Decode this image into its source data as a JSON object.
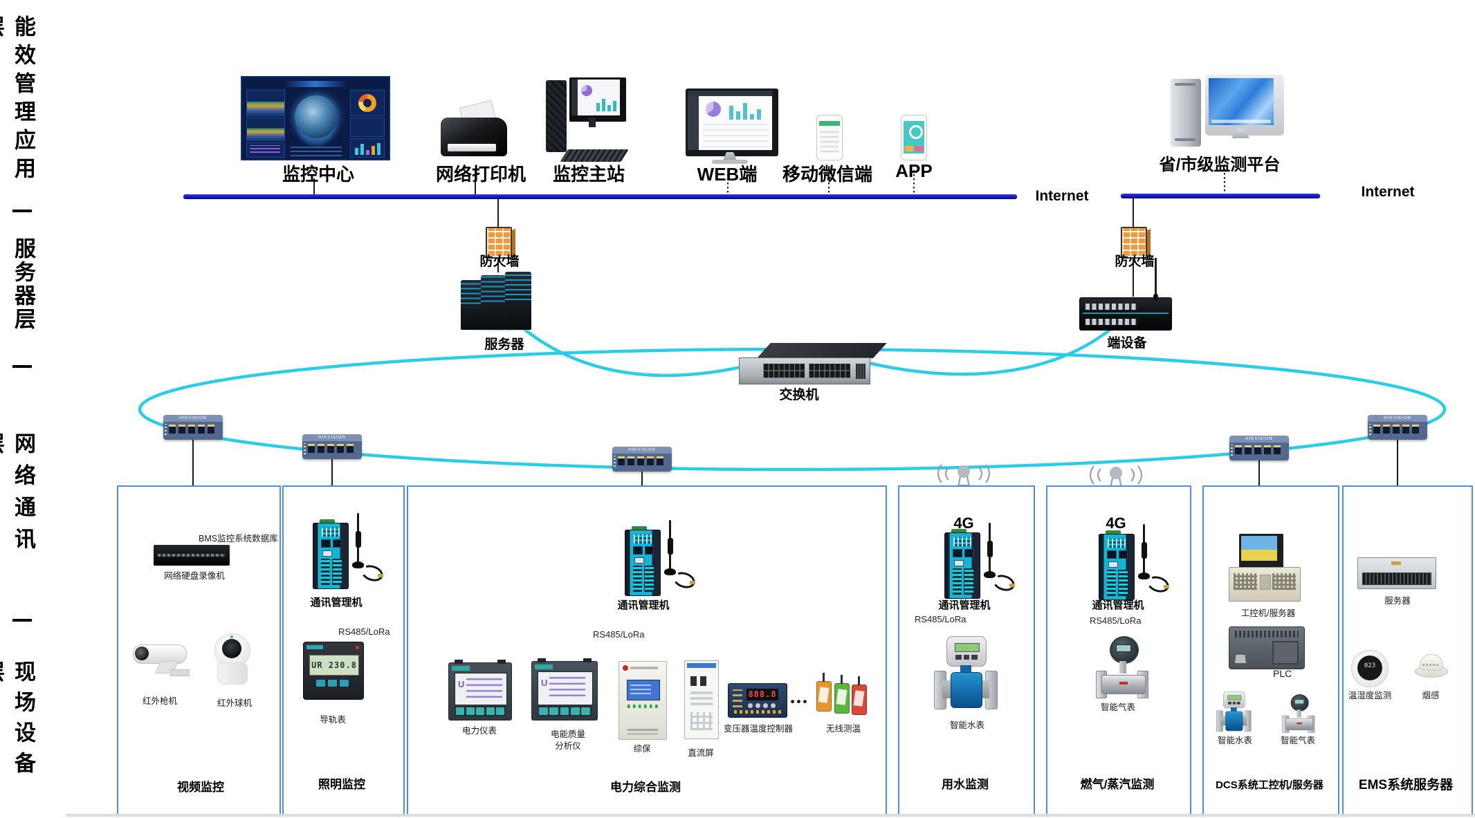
{
  "layers": {
    "l1": "能效管理应用层",
    "l2": "服务器层",
    "l3": "网络通讯层",
    "l4": "现场设备层"
  },
  "top": {
    "monitor_center": "监控中心",
    "printer": "网络打印机",
    "master_station": "监控主站",
    "web": "WEB端",
    "wechat": "移动微信端",
    "app": "APP",
    "gov_platform": "省/市级监测平台",
    "internet_left": "Internet",
    "internet_right": "Internet"
  },
  "middle": {
    "firewall_left": "防火墙",
    "server_stack": "服务器",
    "core_switch": "交换机",
    "firewall_right": "防火墙",
    "terminal_device": "端设备",
    "access_switch_brand": "HIKVISION"
  },
  "boxes": [
    {
      "title": "视频监控",
      "labels": {
        "db": "BMS监控系统数据库",
        "nvr": "网络硬盘录像机",
        "bullet": "红外枪机",
        "dome": "红外球机"
      }
    },
    {
      "title": "照明监控",
      "labels": {
        "comm": "通讯管理机",
        "bus": "RS485/LoRa",
        "meter": "导轨表"
      },
      "lcd": "UR 230.8"
    },
    {
      "title": "电力综合监测",
      "labels": {
        "comm": "通讯管理机",
        "bus": "RS485/LoRa",
        "power_meter": "电力仪表",
        "pq1": "电能质量",
        "pq2": "分析仪",
        "protection": "综保",
        "dc_panel": "直流屏",
        "transformer": "变压器温度控制器",
        "dots": "•••",
        "wireless": "无线测温"
      },
      "transformer_lcd": "888.8"
    },
    {
      "title": "用水监测",
      "labels": {
        "net": "4G",
        "comm": "通讯管理机",
        "bus": "RS485/LoRa",
        "meter": "智能水表"
      }
    },
    {
      "title": "燃气/蒸汽监测",
      "labels": {
        "net": "4G",
        "comm": "通讯管理机",
        "bus": "RS485/LoRa",
        "meter": "智能气表"
      }
    },
    {
      "title": "DCS系统工控机/服务器",
      "labels": {
        "ipc": "工控机/服务器",
        "plc": "PLC",
        "water": "智能水表",
        "gas": "智能气表"
      }
    },
    {
      "title": "EMS系统服务器",
      "labels": {
        "server": "服务器",
        "th": "温湿度监测",
        "smoke": "烟感"
      },
      "th_lcd": "023"
    }
  ],
  "colors": {
    "bus": "#1515c4",
    "ring": "#29cde6",
    "box_border": "#4e8ce2",
    "firewall": "#ef9a3e"
  }
}
